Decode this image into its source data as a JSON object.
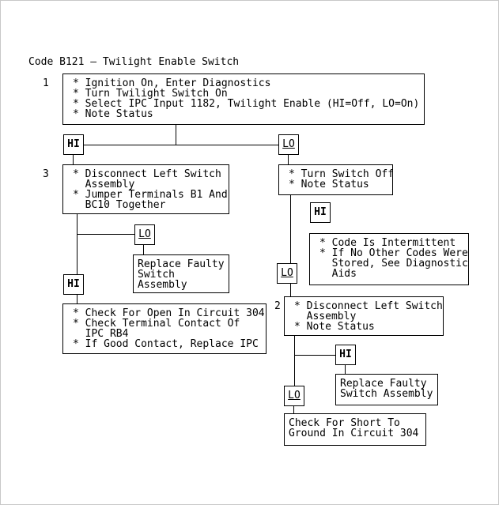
{
  "title": "Code B121 – Twilight Enable Switch",
  "tags": {
    "hi": "HI",
    "lo": "LO"
  },
  "colors": {
    "background": "#ffffff",
    "line": "#000000",
    "text": "#000000"
  },
  "boxes": {
    "box1": {
      "step": "1",
      "lines": [
        "* Ignition On, Enter Diagnostics",
        "* Turn Twilight Switch On",
        "* Select IPC Input 1182, Twilight Enable (HI=Off, LO=On)",
        "* Note Status"
      ]
    },
    "box3": {
      "step": "3",
      "lines": [
        "* Disconnect Left Switch",
        "  Assembly",
        "* Jumper Terminals B1 And",
        "  BC10 Together"
      ]
    },
    "turn_switch_off": {
      "lines": [
        "* Turn Switch Off",
        "* Note Status"
      ]
    },
    "code_intermittent": {
      "lines": [
        "* Code Is Intermittent",
        "* If No Other Codes Were",
        "  Stored, See Diagnostic",
        "  Aids"
      ]
    },
    "box2": {
      "step": "2",
      "lines": [
        "* Disconnect Left Switch",
        "  Assembly",
        "* Note Status"
      ]
    },
    "replace_left": {
      "lines": [
        "Replace Faulty",
        "Switch",
        "Assembly"
      ]
    },
    "check_open": {
      "lines": [
        "* Check For Open In Circuit 304",
        "* Check Terminal Contact Of",
        "  IPC RB4",
        "* If Good Contact, Replace IPC"
      ]
    },
    "replace_right": {
      "lines": [
        "Replace Faulty",
        "Switch Assembly"
      ]
    },
    "check_short": {
      "lines": [
        "Check For Short To",
        "Ground In Circuit 304"
      ]
    }
  }
}
